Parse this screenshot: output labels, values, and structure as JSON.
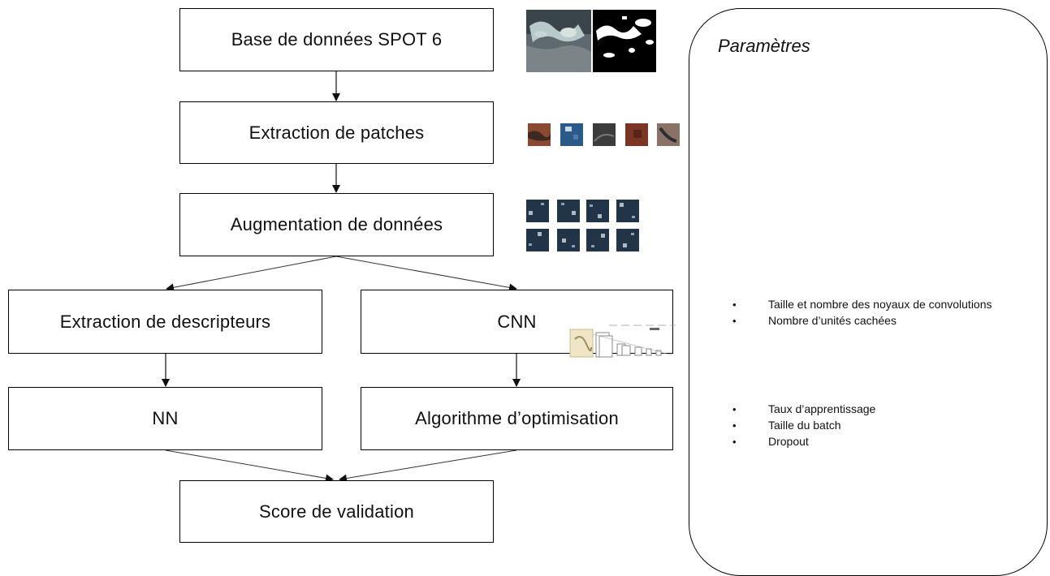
{
  "boxes": {
    "spot": "Base de données SPOT 6",
    "patches": "Extraction de patches",
    "augmentation": "Augmentation de données",
    "descripteurs": "Extraction de descripteurs",
    "cnn": "CNN",
    "nn": "NN",
    "optimisation": "Algorithme d’optimisation",
    "score": "Score de validation"
  },
  "params": {
    "title": "Paramètres",
    "group1": [
      "Taille et nombre des noyaux de convolutions",
      "Nombre d’unités cachées"
    ],
    "group2": [
      "Taux d’apprentissage",
      "Taille du batch",
      "Dropout"
    ],
    "bullet": "•"
  },
  "colors": {
    "border": "#000000",
    "arrow": "#333333",
    "patch_blue": "#2d4d6b",
    "patch_brown": "#8a4a32"
  }
}
